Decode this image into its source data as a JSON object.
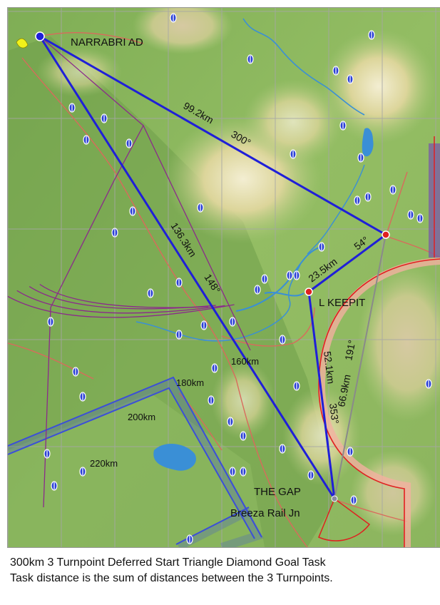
{
  "map": {
    "places": {
      "narrabri": "NARRABRI AD",
      "keepit": "L KEEPIT",
      "gap_line1": "THE GAP",
      "gap_line2": "Breeza Rail Jn"
    },
    "legs": {
      "leg1_dist": "99.2km",
      "leg1_bearing": "300°",
      "leg2_dist": "136.3km",
      "leg2_bearing": "148°",
      "leg3_dist": "23.5km",
      "leg3_bearing": "54°",
      "leg4_dist": "52.1km",
      "leg4_bearing": "353°",
      "leg5_dist": "66.9km",
      "leg5_bearing": "191°"
    },
    "ranges": [
      "160km",
      "180km",
      "200km",
      "220km"
    ],
    "colors": {
      "task_line": "#1f1fd8",
      "range_arc": "#8b2a8b",
      "airspace_red": "#e02020",
      "airspace_blue": "#3b4fd8",
      "water": "#3a8fd6",
      "lowland": "#8fbf5f",
      "highland": "#d9d29a"
    },
    "icons": [
      "turnpoint-icon",
      "waypoint-marker-icon",
      "airfield-icon"
    ]
  },
  "caption": {
    "line1": "300km 3 Turnpoint Deferred Start Triangle Diamond Goal Task",
    "line2": "Task distance is the sum of distances between the 3 Turnpoints."
  }
}
